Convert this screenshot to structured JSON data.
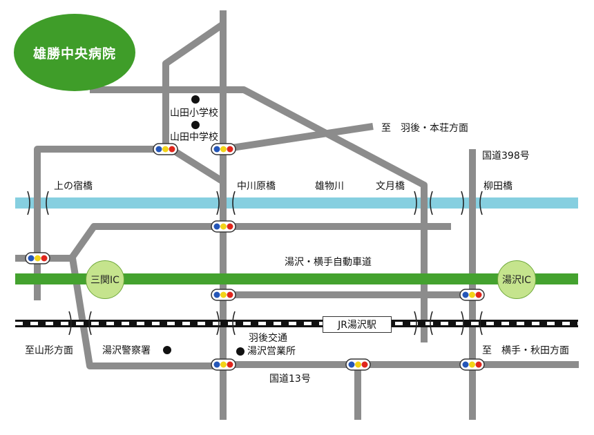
{
  "hospital_name": "雄勝中央病院",
  "labels": {
    "yamada_elementary": "山田小学校",
    "yamada_junior_high": "山田中学校",
    "to_ugo_honjo": "至　羽後・本荘方面",
    "route_398": "国道398号",
    "uenoshuku_bridge": "上の宿橋",
    "nakagawara_bridge": "中川原橋",
    "omono_river": "雄物川",
    "fumizuki_bridge": "文月橋",
    "yanagita_bridge": "柳田橋",
    "expressway": "湯沢・横手自動車道",
    "to_yamagata": "至山形方面",
    "police": "湯沢警察署",
    "ugo_kotsu_line1": "羽後交通",
    "ugo_kotsu_line2": "湯沢営業所",
    "route_13": "国道13号",
    "to_yokote_akita": "至　横手・秋田方面"
  },
  "interchanges": {
    "sanzeki": "三関IC",
    "yuzawa": "湯沢IC"
  },
  "station": "JR湯沢駅",
  "colors": {
    "road": "#8c8c8c",
    "river": "#86cfe0",
    "expressway": "#44a22f",
    "hospital": "#3f9d29",
    "ic_fill": "#c5e48d",
    "signal_blue": "#2456b8",
    "signal_yellow": "#f2d318",
    "signal_red": "#e0261c"
  }
}
